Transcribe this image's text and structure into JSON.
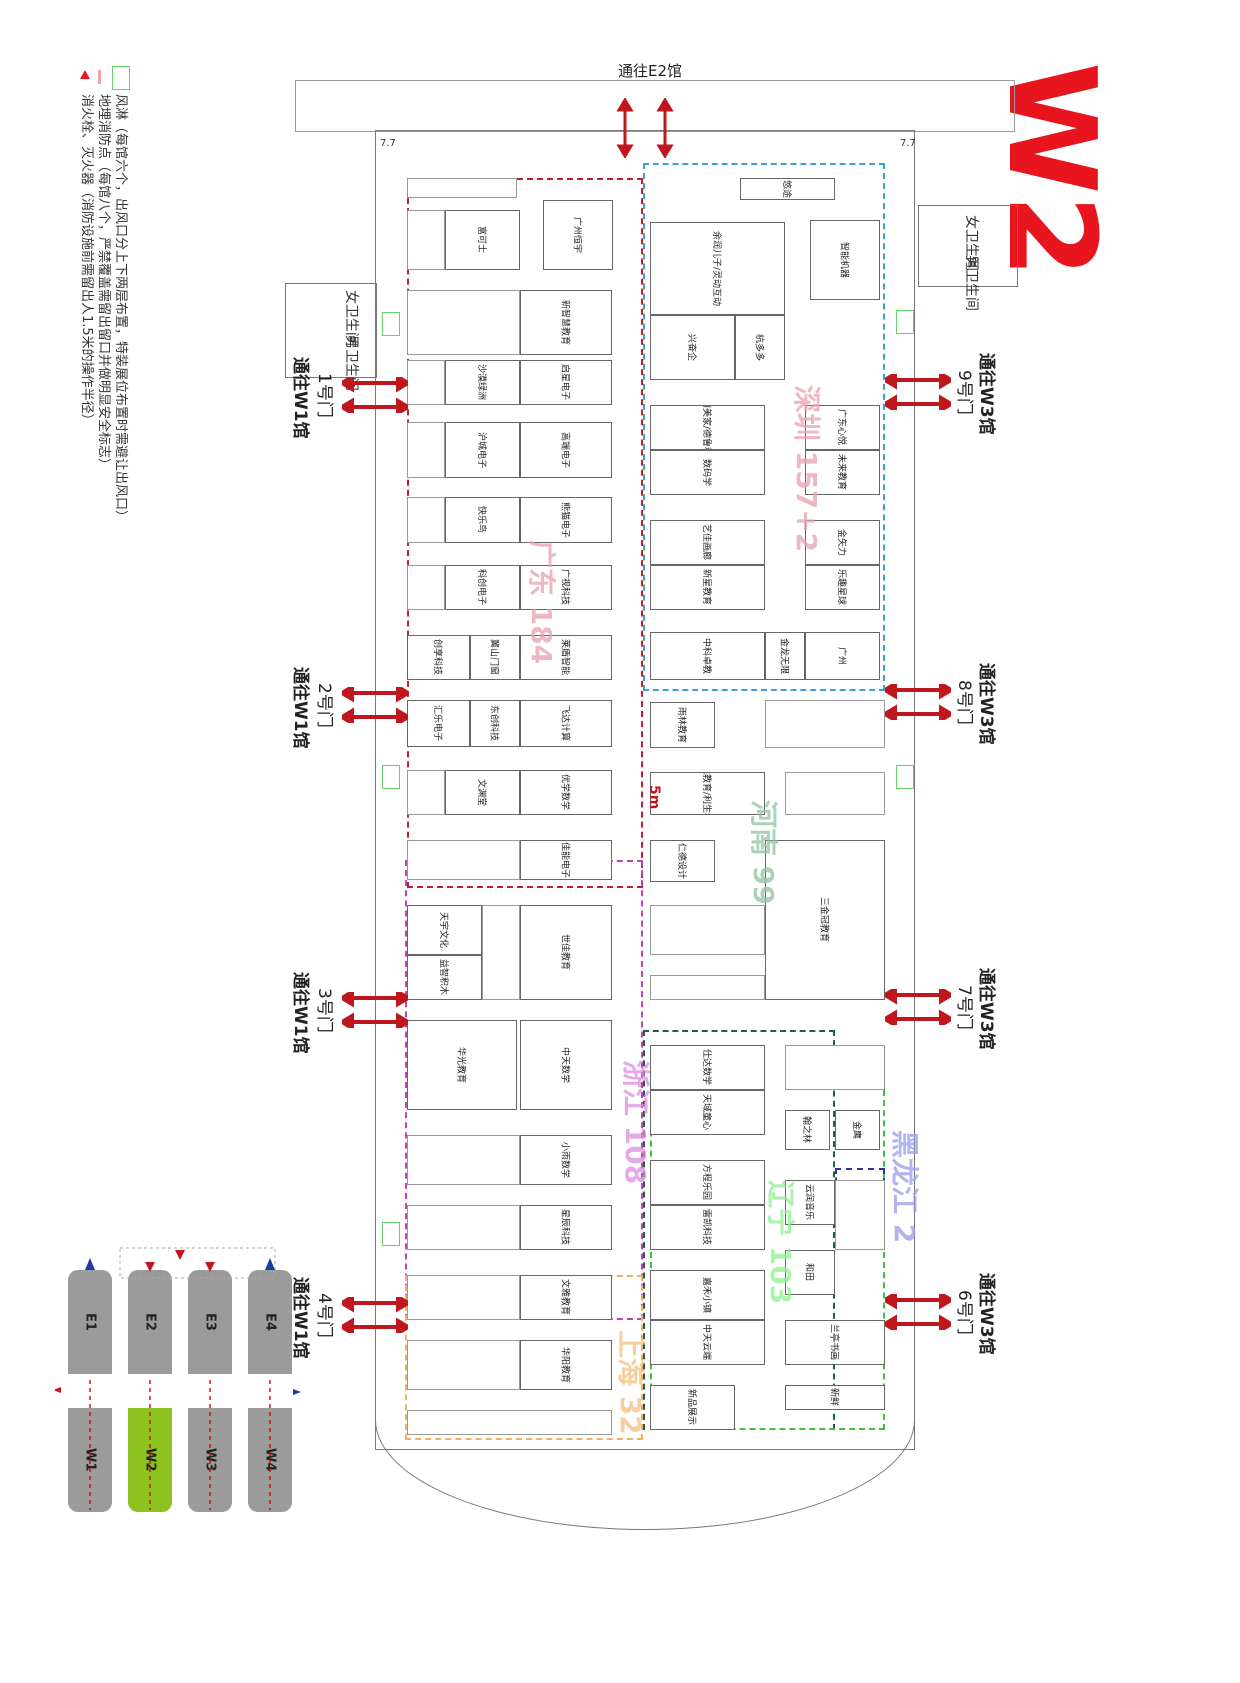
{
  "title": "W2",
  "top_exit": "通往E2馆",
  "legend": [
    {
      "icon": "air-shower-icon",
      "text": "风淋（每馆六个，出风口分上下两层布置，特装展位布置时需避让出风口）"
    },
    {
      "icon": "underground-fire-point-icon",
      "text": "地埋消防点（每馆八个，严禁覆盖需留出留口并做明显安全标志）"
    },
    {
      "icon": "fire-hydrant-icon",
      "text": "消火栓、灭火器（消防设施前需留出人1.5米的操作半径）"
    }
  ],
  "restrooms": {
    "female": "女卫生间",
    "male": "男卫生间"
  },
  "doors_left": [
    {
      "number": "1号门",
      "to": "通往W1馆"
    },
    {
      "number": "2号门",
      "to": "通往W1馆"
    },
    {
      "number": "3号门",
      "to": "通往W1馆"
    },
    {
      "number": "4号门",
      "to": "通往W1馆"
    }
  ],
  "doors_right": [
    {
      "number": "9号门",
      "to": "通往W3馆"
    },
    {
      "number": "8号门",
      "to": "通往W3馆"
    },
    {
      "number": "7号门",
      "to": "通往W3馆"
    },
    {
      "number": "6号门",
      "to": "通往W3馆"
    }
  ],
  "regions": [
    {
      "label": "深圳 157+2",
      "color": "#e8a0b0"
    },
    {
      "label": "广东 184",
      "color": "#e8a0b0"
    },
    {
      "label": "河南 99",
      "color": "#8fc4a0"
    },
    {
      "label": "浙江 108",
      "color": "#e08be0"
    },
    {
      "label": "黑龙江 2",
      "color": "#9a9ae8"
    },
    {
      "label": "辽宁 103",
      "color": "#90ee90"
    },
    {
      "label": "上海 32",
      "color": "#f5c080"
    }
  ],
  "aisle_mark": "5m",
  "column_mark": "7.7",
  "booths": [
    {
      "name": "富可士"
    },
    {
      "name": "广州恒宇"
    },
    {
      "name": "新智慧教育"
    },
    {
      "name": "启星电子"
    },
    {
      "name": "沙漠绿洲"
    },
    {
      "name": "高端电子"
    },
    {
      "name": "沪城电子"
    },
    {
      "name": "熊猫电子"
    },
    {
      "name": "快乐鸟"
    },
    {
      "name": "广视科技"
    },
    {
      "name": "科创电子"
    },
    {
      "name": "莱盾智能"
    },
    {
      "name": "翼山门窗"
    },
    {
      "name": "创享科技"
    },
    {
      "name": "飞达计算"
    },
    {
      "name": "东创科技"
    },
    {
      "name": "汇乐电子"
    },
    {
      "name": "优学数学"
    },
    {
      "name": "文渊堂"
    },
    {
      "name": "佳能电子"
    },
    {
      "name": "世佳教育"
    },
    {
      "name": "天宇文化"
    },
    {
      "name": "益智积木"
    },
    {
      "name": "中天数学"
    },
    {
      "name": "华光教育"
    },
    {
      "name": "小雨数学"
    },
    {
      "name": "星辰科技"
    },
    {
      "name": "文雅教育"
    },
    {
      "name": "华阳教育"
    },
    {
      "name": "余润儿子/灵动互动"
    },
    {
      "name": "兴奋企"
    },
    {
      "name": "杭多多"
    },
    {
      "name": "大丽美家/德鲁科技"
    },
    {
      "name": "数码学"
    },
    {
      "name": "艺佳画廊"
    },
    {
      "name": "新星教育"
    },
    {
      "name": "中科卓教"
    },
    {
      "name": "金龙无限"
    },
    {
      "name": "雨林教育"
    },
    {
      "name": "三航教育/利生科技"
    },
    {
      "name": "仁德设计"
    },
    {
      "name": "仕达数学"
    },
    {
      "name": "天域童心"
    },
    {
      "name": "方程乐园"
    },
    {
      "name": "雷凯科技"
    },
    {
      "name": "嘉禾小镇"
    },
    {
      "name": "中天云端"
    },
    {
      "name": "新品展示"
    },
    {
      "name": "悠途"
    },
    {
      "name": "智能机器"
    },
    {
      "name": "广东心悦"
    },
    {
      "name": "未来教育"
    },
    {
      "name": "金矢力"
    },
    {
      "name": "乐趣星球"
    },
    {
      "name": "广州"
    },
    {
      "name": "三金冠教育"
    },
    {
      "name": "翰之林"
    },
    {
      "name": "金鹰"
    },
    {
      "name": "云润音乐"
    },
    {
      "name": "和田"
    },
    {
      "name": "兰亭书画"
    },
    {
      "name": "新鲜"
    }
  ],
  "minimap": {
    "halls_top": [
      "E1",
      "E2",
      "E3",
      "E4"
    ],
    "halls_bottom": [
      "W1",
      "W2",
      "W3",
      "W4"
    ],
    "current": "W2",
    "current_color": "#8dc21f"
  }
}
